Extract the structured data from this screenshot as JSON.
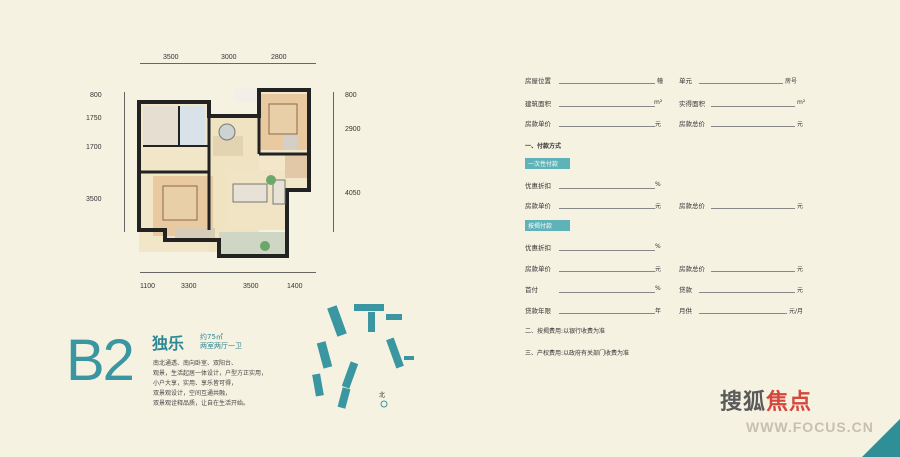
{
  "dimensions": {
    "top": [
      "3500",
      "3000",
      "2800"
    ],
    "bottom": [
      "1100",
      "3300",
      "3500",
      "1400"
    ],
    "left": [
      "800",
      "1750",
      "1700",
      "3500"
    ],
    "right": [
      "800",
      "2900",
      "4050"
    ]
  },
  "unit_type": {
    "code": "B2",
    "name": "独乐",
    "area": "约75㎡",
    "rooms": "两室两厅一卫"
  },
  "description": [
    "南北通透、南向卧室、双阳台、",
    "观景，生活起居一体设计，户型方正实用，",
    "小户大享，实用、享乐皆可得，",
    "双景观设计，空间互通共融，",
    "双景观诠释品质，让自在生活开始。"
  ],
  "keyplan_labels": [
    "北"
  ],
  "form": {
    "row1": {
      "label1": "房屋位置",
      "unit1": "幢",
      "label2": "单元",
      "unit2": "房号"
    },
    "row2": {
      "label1": "建筑面积",
      "unit1": "m²",
      "label2": "实得面积",
      "unit2": "m²"
    },
    "row3": {
      "label1": "房款单价",
      "unit1": "元",
      "label2": "房款总价",
      "unit2": "元"
    },
    "payment_title": "一、付款方式",
    "section_full": "一次性付款",
    "full_rows": [
      {
        "label1": "优惠折扣",
        "unit1": "%",
        "label2": "",
        "unit2": ""
      },
      {
        "label1": "房款单价",
        "unit1": "元",
        "label2": "房款总价",
        "unit2": "元"
      }
    ],
    "section_loan": "按揭付款",
    "loan_rows": [
      {
        "label1": "优惠折扣",
        "unit1": "%",
        "label2": "",
        "unit2": ""
      },
      {
        "label1": "房款单价",
        "unit1": "元",
        "label2": "房款总价",
        "unit2": "元"
      },
      {
        "label1": "首付",
        "unit1": "%",
        "label2": "贷款",
        "unit2": "元"
      },
      {
        "label1": "贷款年限",
        "unit1": "年",
        "label2": "月供",
        "unit2": "元/月"
      }
    ],
    "note2": "二、按揭费用:以银行收费为准",
    "note3": "三、产权费用:以政府有关部门收费为准"
  },
  "watermark": {
    "brand": "搜狐",
    "brand_accent": "焦点",
    "url": "WWW.FOCUS.CN"
  },
  "colors": {
    "accent": "#3a97a2",
    "bar": "#5fb2b8",
    "background": "#f6f2e2"
  }
}
